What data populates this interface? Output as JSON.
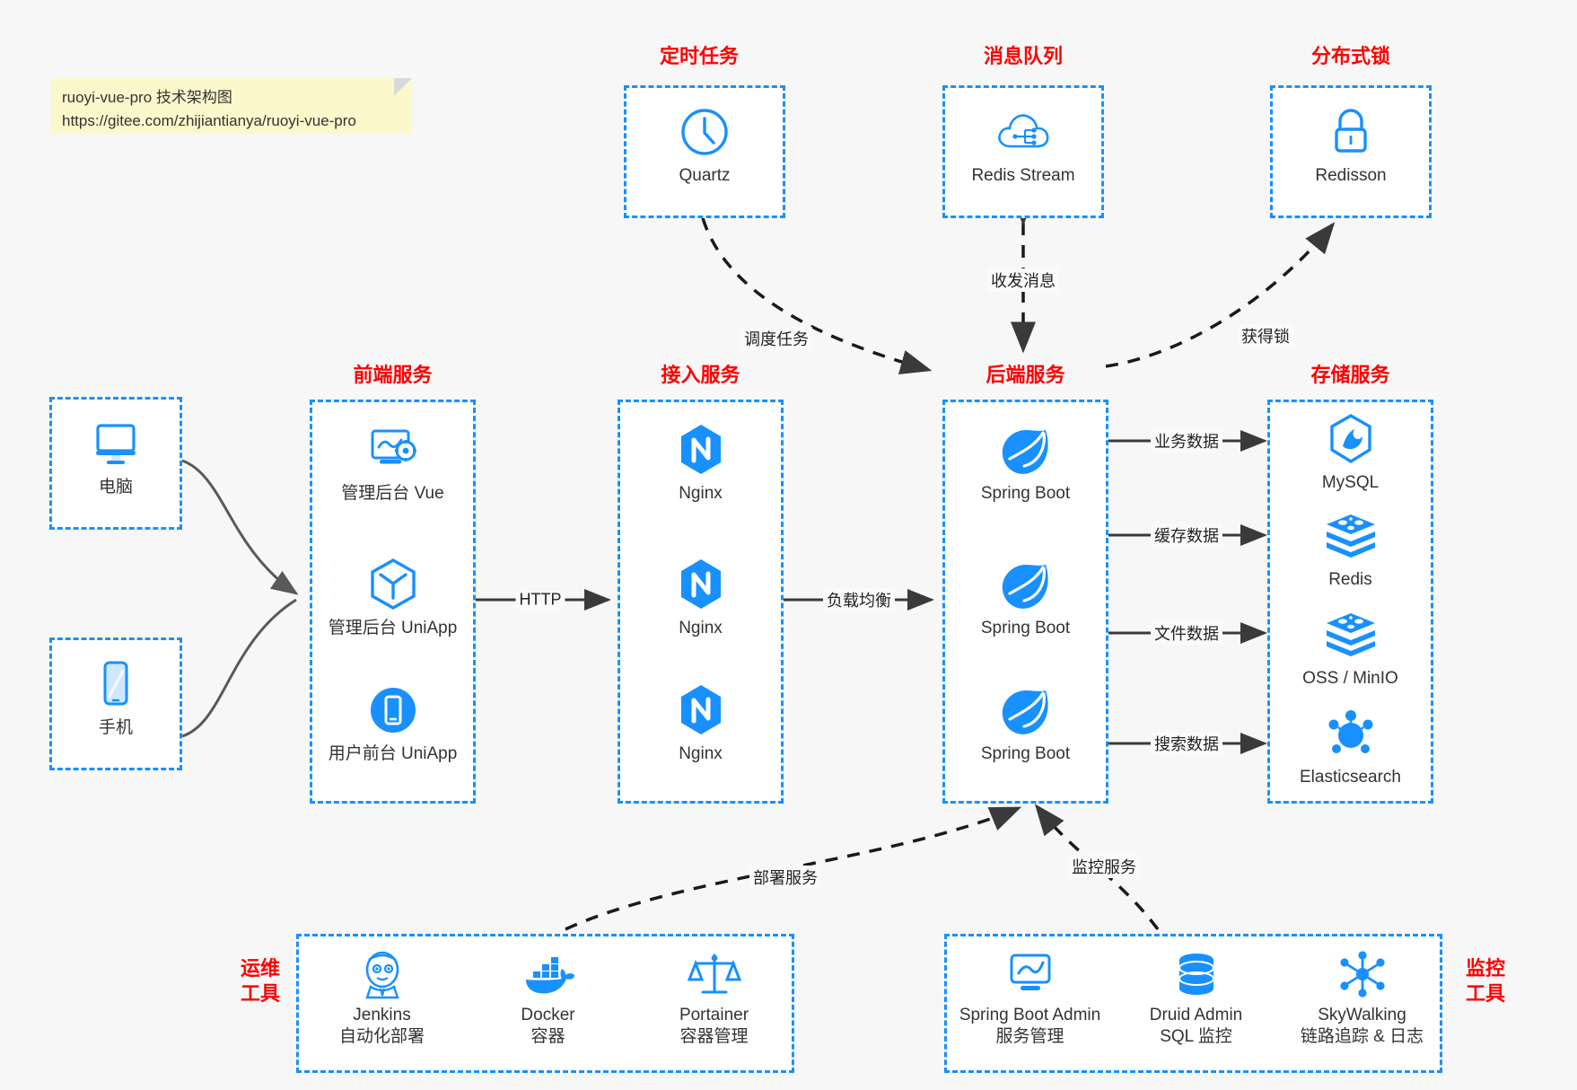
{
  "note": {
    "line1": "ruoyi-vue-pro 技术架构图",
    "line2": "https://gitee.com/zhijiantianya/ruoyi-vue-pro"
  },
  "colors": {
    "accent_blue": "#1890ff",
    "title_red": "#ff0000",
    "background": "#f7f7f7",
    "note_yellow": "#fbf8cc",
    "edge_gray": "#4d4d4d"
  },
  "groups": {
    "scheduler": {
      "title": "定时任务",
      "nodes": [
        {
          "label": "Quartz",
          "icon": "clock-icon"
        }
      ]
    },
    "mq": {
      "title": "消息队列",
      "nodes": [
        {
          "label": "Redis Stream",
          "icon": "cloud-stream-icon"
        }
      ]
    },
    "lock": {
      "title": "分布式锁",
      "nodes": [
        {
          "label": "Redisson",
          "icon": "lock-icon"
        }
      ]
    },
    "clients": {
      "nodes": [
        {
          "label": "电脑",
          "icon": "desktop-monitor-icon"
        },
        {
          "label": "手机",
          "icon": "mobile-phone-icon"
        }
      ]
    },
    "frontend": {
      "title": "前端服务",
      "nodes": [
        {
          "label": "管理后台 Vue",
          "icon": "dashboard-gear-icon"
        },
        {
          "label": "管理后台 UniApp",
          "icon": "hexagon-cube-icon"
        },
        {
          "label": "用户前台 UniApp",
          "icon": "mobile-circle-icon"
        }
      ]
    },
    "gateway": {
      "title": "接入服务",
      "nodes": [
        {
          "label": "Nginx",
          "icon": "nginx-icon"
        },
        {
          "label": "Nginx",
          "icon": "nginx-icon"
        },
        {
          "label": "Nginx",
          "icon": "nginx-icon"
        }
      ]
    },
    "backend": {
      "title": "后端服务",
      "nodes": [
        {
          "label": "Spring Boot",
          "icon": "spring-boot-icon"
        },
        {
          "label": "Spring Boot",
          "icon": "spring-boot-icon"
        },
        {
          "label": "Spring Boot",
          "icon": "spring-boot-icon"
        }
      ]
    },
    "storage": {
      "title": "存储服务",
      "nodes": [
        {
          "label": "MySQL",
          "icon": "mysql-icon"
        },
        {
          "label": "Redis",
          "icon": "redis-stack-icon"
        },
        {
          "label": "OSS / MinIO",
          "icon": "oss-stack-icon"
        },
        {
          "label": "Elasticsearch",
          "icon": "elasticsearch-icon"
        }
      ]
    },
    "devops": {
      "title": "运维\n工具",
      "title_line1": "运维",
      "title_line2": "工具",
      "nodes": [
        {
          "label": "Jenkins",
          "sub": "自动化部署",
          "icon": "jenkins-icon"
        },
        {
          "label": "Docker",
          "sub": "容器",
          "icon": "docker-icon"
        },
        {
          "label": "Portainer",
          "sub": "容器管理",
          "icon": "portainer-icon"
        }
      ]
    },
    "monitor": {
      "title_line1": "监控",
      "title_line2": "工具",
      "nodes": [
        {
          "label": "Spring Boot Admin",
          "sub": "服务管理",
          "icon": "monitor-chart-icon"
        },
        {
          "label": "Druid Admin",
          "sub": "SQL 监控",
          "icon": "database-icon"
        },
        {
          "label": "SkyWalking",
          "sub": "链路追踪 & 日志",
          "icon": "skywalking-icon"
        }
      ]
    }
  },
  "edges": [
    {
      "label": "调度任务",
      "from": "scheduler",
      "to": "backend",
      "style": "dashed"
    },
    {
      "label": "收发消息",
      "from": "mq",
      "to": "backend",
      "style": "dashed"
    },
    {
      "label": "获得锁",
      "from": "backend",
      "to": "lock",
      "style": "dashed"
    },
    {
      "label": "HTTP",
      "from": "frontend",
      "to": "gateway",
      "style": "solid"
    },
    {
      "label": "负载均衡",
      "from": "gateway",
      "to": "backend",
      "style": "solid"
    },
    {
      "label": "业务数据",
      "from": "backend",
      "to": "storage",
      "style": "solid"
    },
    {
      "label": "缓存数据",
      "from": "backend",
      "to": "storage",
      "style": "solid"
    },
    {
      "label": "文件数据",
      "from": "backend",
      "to": "storage",
      "style": "solid"
    },
    {
      "label": "搜索数据",
      "from": "backend",
      "to": "storage",
      "style": "solid"
    },
    {
      "label": "部署服务",
      "from": "devops",
      "to": "backend",
      "style": "dashed"
    },
    {
      "label": "监控服务",
      "from": "monitor",
      "to": "backend",
      "style": "dashed"
    }
  ]
}
